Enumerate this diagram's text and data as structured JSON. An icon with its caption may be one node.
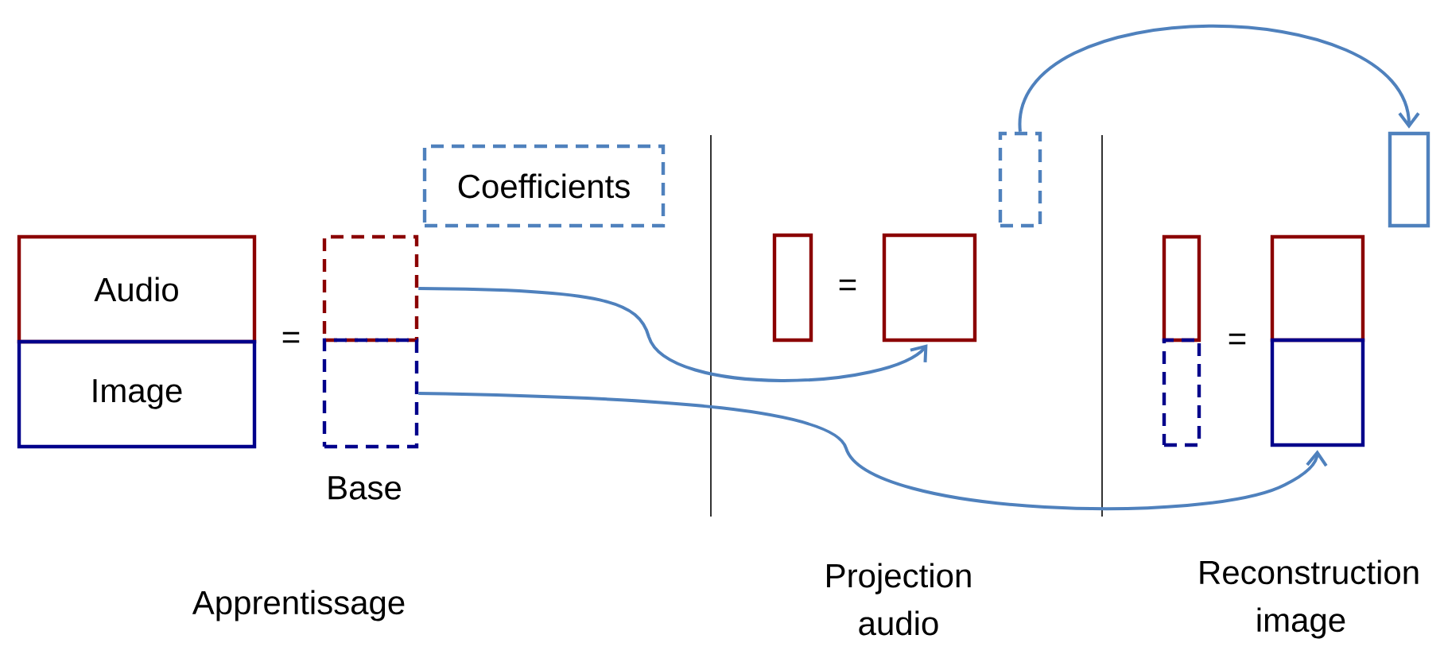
{
  "diagram": {
    "nodes": [
      {
        "text": [
          "Audio"
        ]
      },
      {
        "text": [
          "Image"
        ]
      },
      {
        "text": [],
        "shape": "box"
      },
      {
        "text": [],
        "shape": "box"
      },
      {
        "text": [
          "Coefficients"
        ]
      },
      {
        "text": [],
        "shape": "box"
      },
      {
        "text": [],
        "shape": "box"
      },
      {
        "text": [],
        "shape": "box"
      },
      {
        "text": [],
        "shape": "box"
      },
      {
        "text": [],
        "shape": "box"
      },
      {
        "text": [],
        "shape": "box"
      },
      {
        "text": [],
        "shape": "box"
      },
      {
        "text": [],
        "shape": "box"
      }
    ],
    "edges": [
      {
        "from": 2,
        "to": 6,
        "arrow": "to"
      },
      {
        "from": 3,
        "to": 12,
        "arrow": "to"
      },
      {
        "from": 7,
        "to": 8,
        "arrow": "to"
      }
    ],
    "labels": [
      "=",
      "Base",
      "=",
      "=",
      "Apprentissage",
      "Projection audio",
      "Reconstruction image"
    ]
  }
}
